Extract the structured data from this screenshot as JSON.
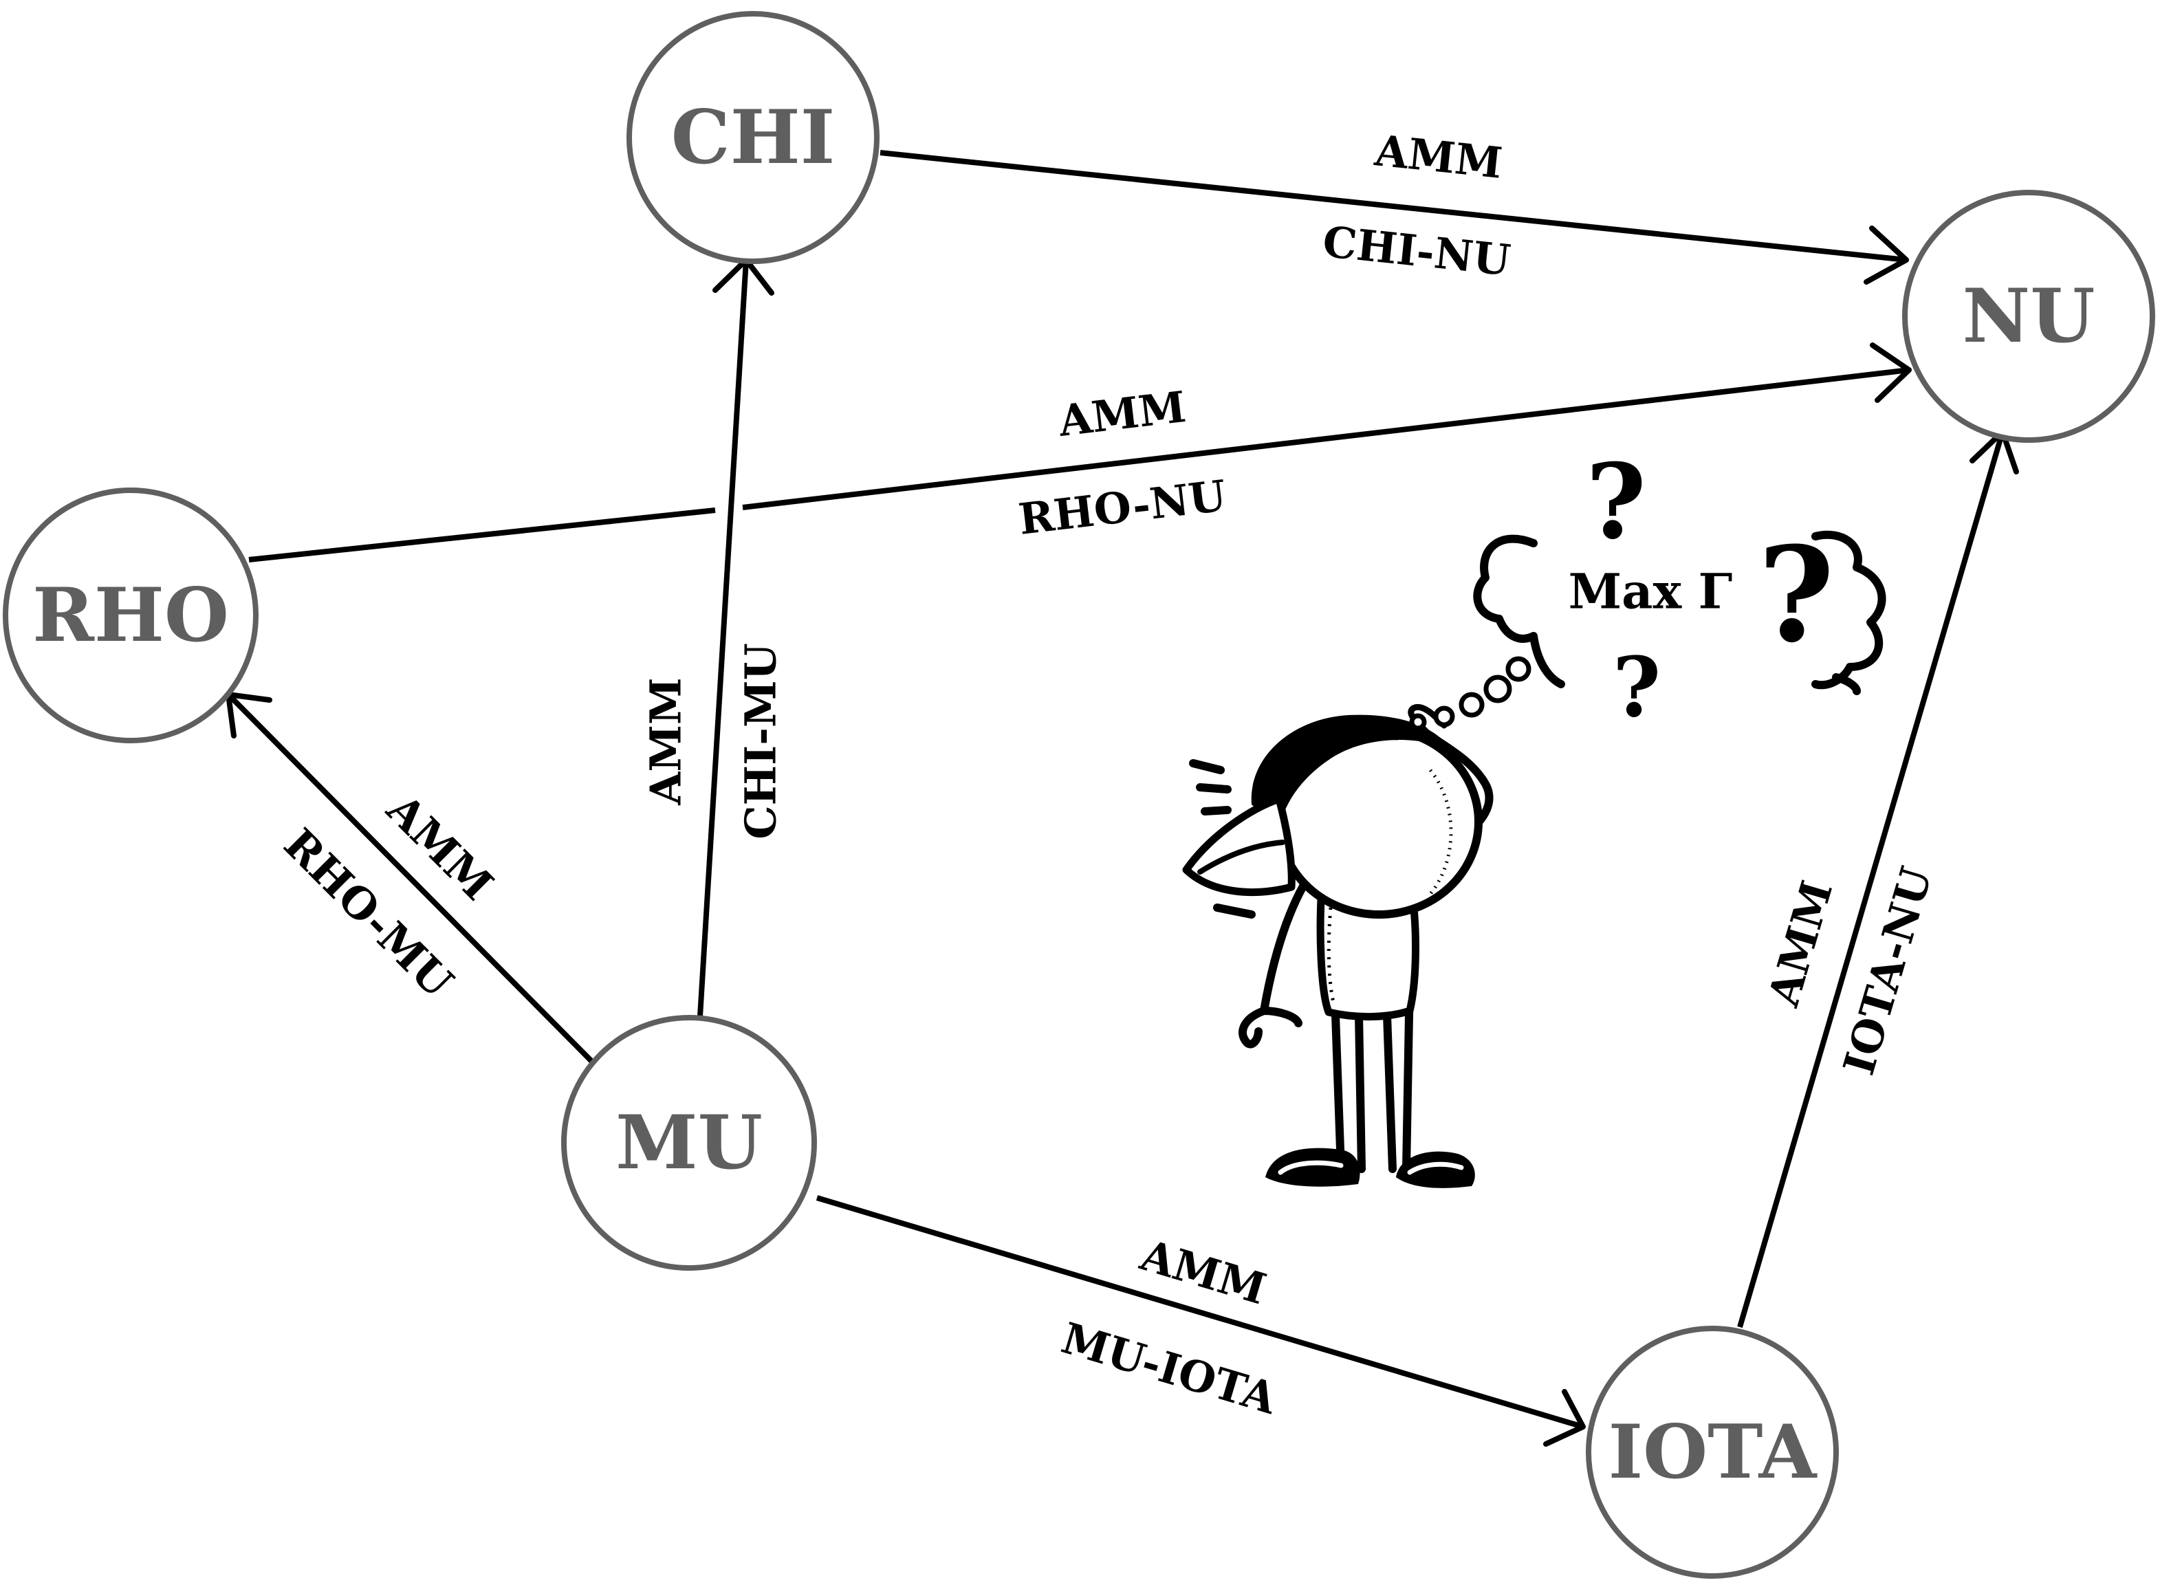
{
  "nodes": {
    "chi": {
      "label": "CHI"
    },
    "nu": {
      "label": "NU"
    },
    "rho": {
      "label": "RHO"
    },
    "mu": {
      "label": "MU"
    },
    "iota": {
      "label": "IOTA"
    }
  },
  "edges": {
    "chi_nu": {
      "type": "AMM",
      "name": "CHI-NU"
    },
    "rho_nu": {
      "type": "AMM",
      "name": "RHO-NU"
    },
    "chi_mu": {
      "type": "AMM",
      "name": "CHI-MU"
    },
    "rho_mu": {
      "type": "AMM",
      "name": "RHO-MU"
    },
    "mu_iota": {
      "type": "AMM",
      "name": "MU-IOTA"
    },
    "iota_nu": {
      "type": "AMM",
      "name": "IOTA-NU"
    }
  },
  "thought_bubble": {
    "text": "Max Γ"
  }
}
